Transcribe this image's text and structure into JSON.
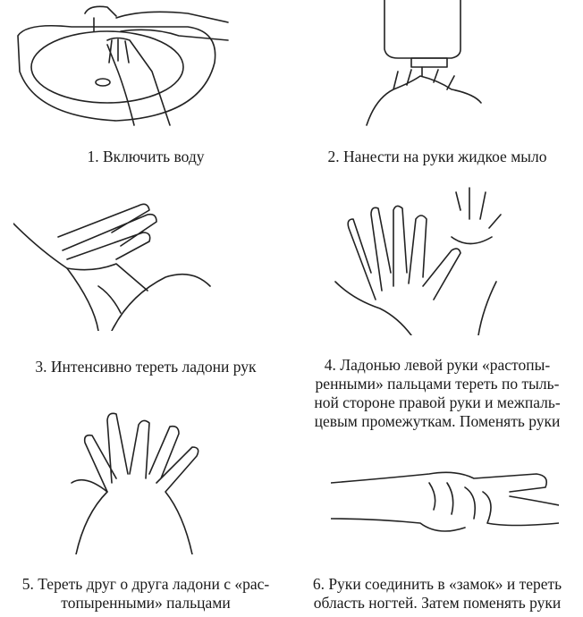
{
  "steps": [
    {
      "caption": "1. Включить воду"
    },
    {
      "caption": "2. Нанести на руки жидкое мыло"
    },
    {
      "caption": "3. Интенсивно тереть ладони рук"
    },
    {
      "caption": "4. Ладонью левой руки «растопы-\nренными» пальцами тереть по тыль-\nной стороне правой руки и межпаль-\nцевым промежуткам. Поменять руки"
    },
    {
      "caption": "5. Тереть друг о друга ладони с «рас-\nтопыренными» пальцами"
    },
    {
      "caption": "6. Руки соединить в «замок» и тереть\nобласть ногтей. Затем поменять руки"
    }
  ]
}
